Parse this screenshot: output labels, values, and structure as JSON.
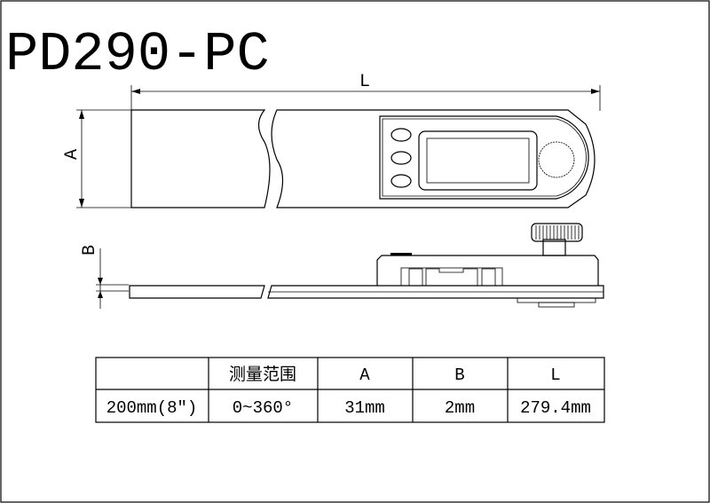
{
  "title": "PD290-PC",
  "dimensions": {
    "L": "L",
    "A": "A",
    "B": "B"
  },
  "table": {
    "headers": [
      "",
      "测量范围",
      "A",
      "B",
      "L"
    ],
    "rows": [
      [
        "200mm(8″)",
        "0~360°",
        "31mm",
        "2mm",
        "279.4mm"
      ]
    ]
  }
}
